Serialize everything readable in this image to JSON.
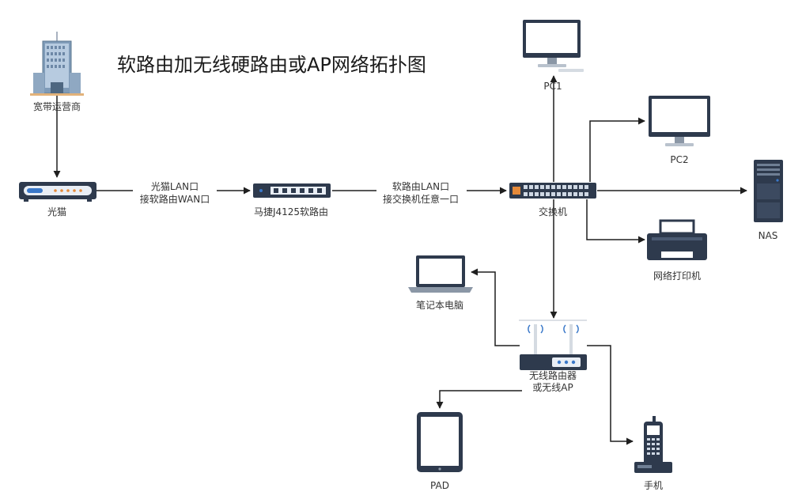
{
  "diagram": {
    "title": "软路由加无线硬路由或AP网络拓扑图",
    "nodes": {
      "isp": {
        "label": "宽带运营商",
        "icon": "office-building-icon"
      },
      "modem": {
        "label": "光猫",
        "icon": "optical-modem-icon"
      },
      "soft_router": {
        "label": "马捷J4125软路由",
        "icon": "soft-router-icon"
      },
      "switch": {
        "label": "交换机",
        "icon": "network-switch-icon"
      },
      "pc1": {
        "label": "PC1",
        "icon": "desktop-monitor-icon"
      },
      "pc2": {
        "label": "PC2",
        "icon": "desktop-monitor-icon"
      },
      "nas": {
        "label": "NAS",
        "icon": "server-tower-icon"
      },
      "printer": {
        "label": "网络打印机",
        "icon": "printer-icon"
      },
      "laptop": {
        "label": "笔记本电脑",
        "icon": "laptop-icon"
      },
      "wifi_router": {
        "label_line1": "无线路由器",
        "label_line2": "或无线AP",
        "icon": "wifi-router-icon"
      },
      "pad": {
        "label": "PAD",
        "icon": "tablet-icon"
      },
      "phone": {
        "label": "手机",
        "icon": "mobile-phone-icon"
      }
    },
    "edges": {
      "modem_to_router": {
        "line1": "光猫LAN口",
        "line2": "接软路由WAN口"
      },
      "router_to_switch": {
        "line1": "软路由LAN口",
        "line2": "接交换机任意一口"
      }
    },
    "colors": {
      "device_dark": "#2e3a4d",
      "device_light": "#e9eef5",
      "port_blue": "#3a78c9",
      "port_orange": "#e58a3a",
      "edge": "#1f1f1f"
    }
  }
}
